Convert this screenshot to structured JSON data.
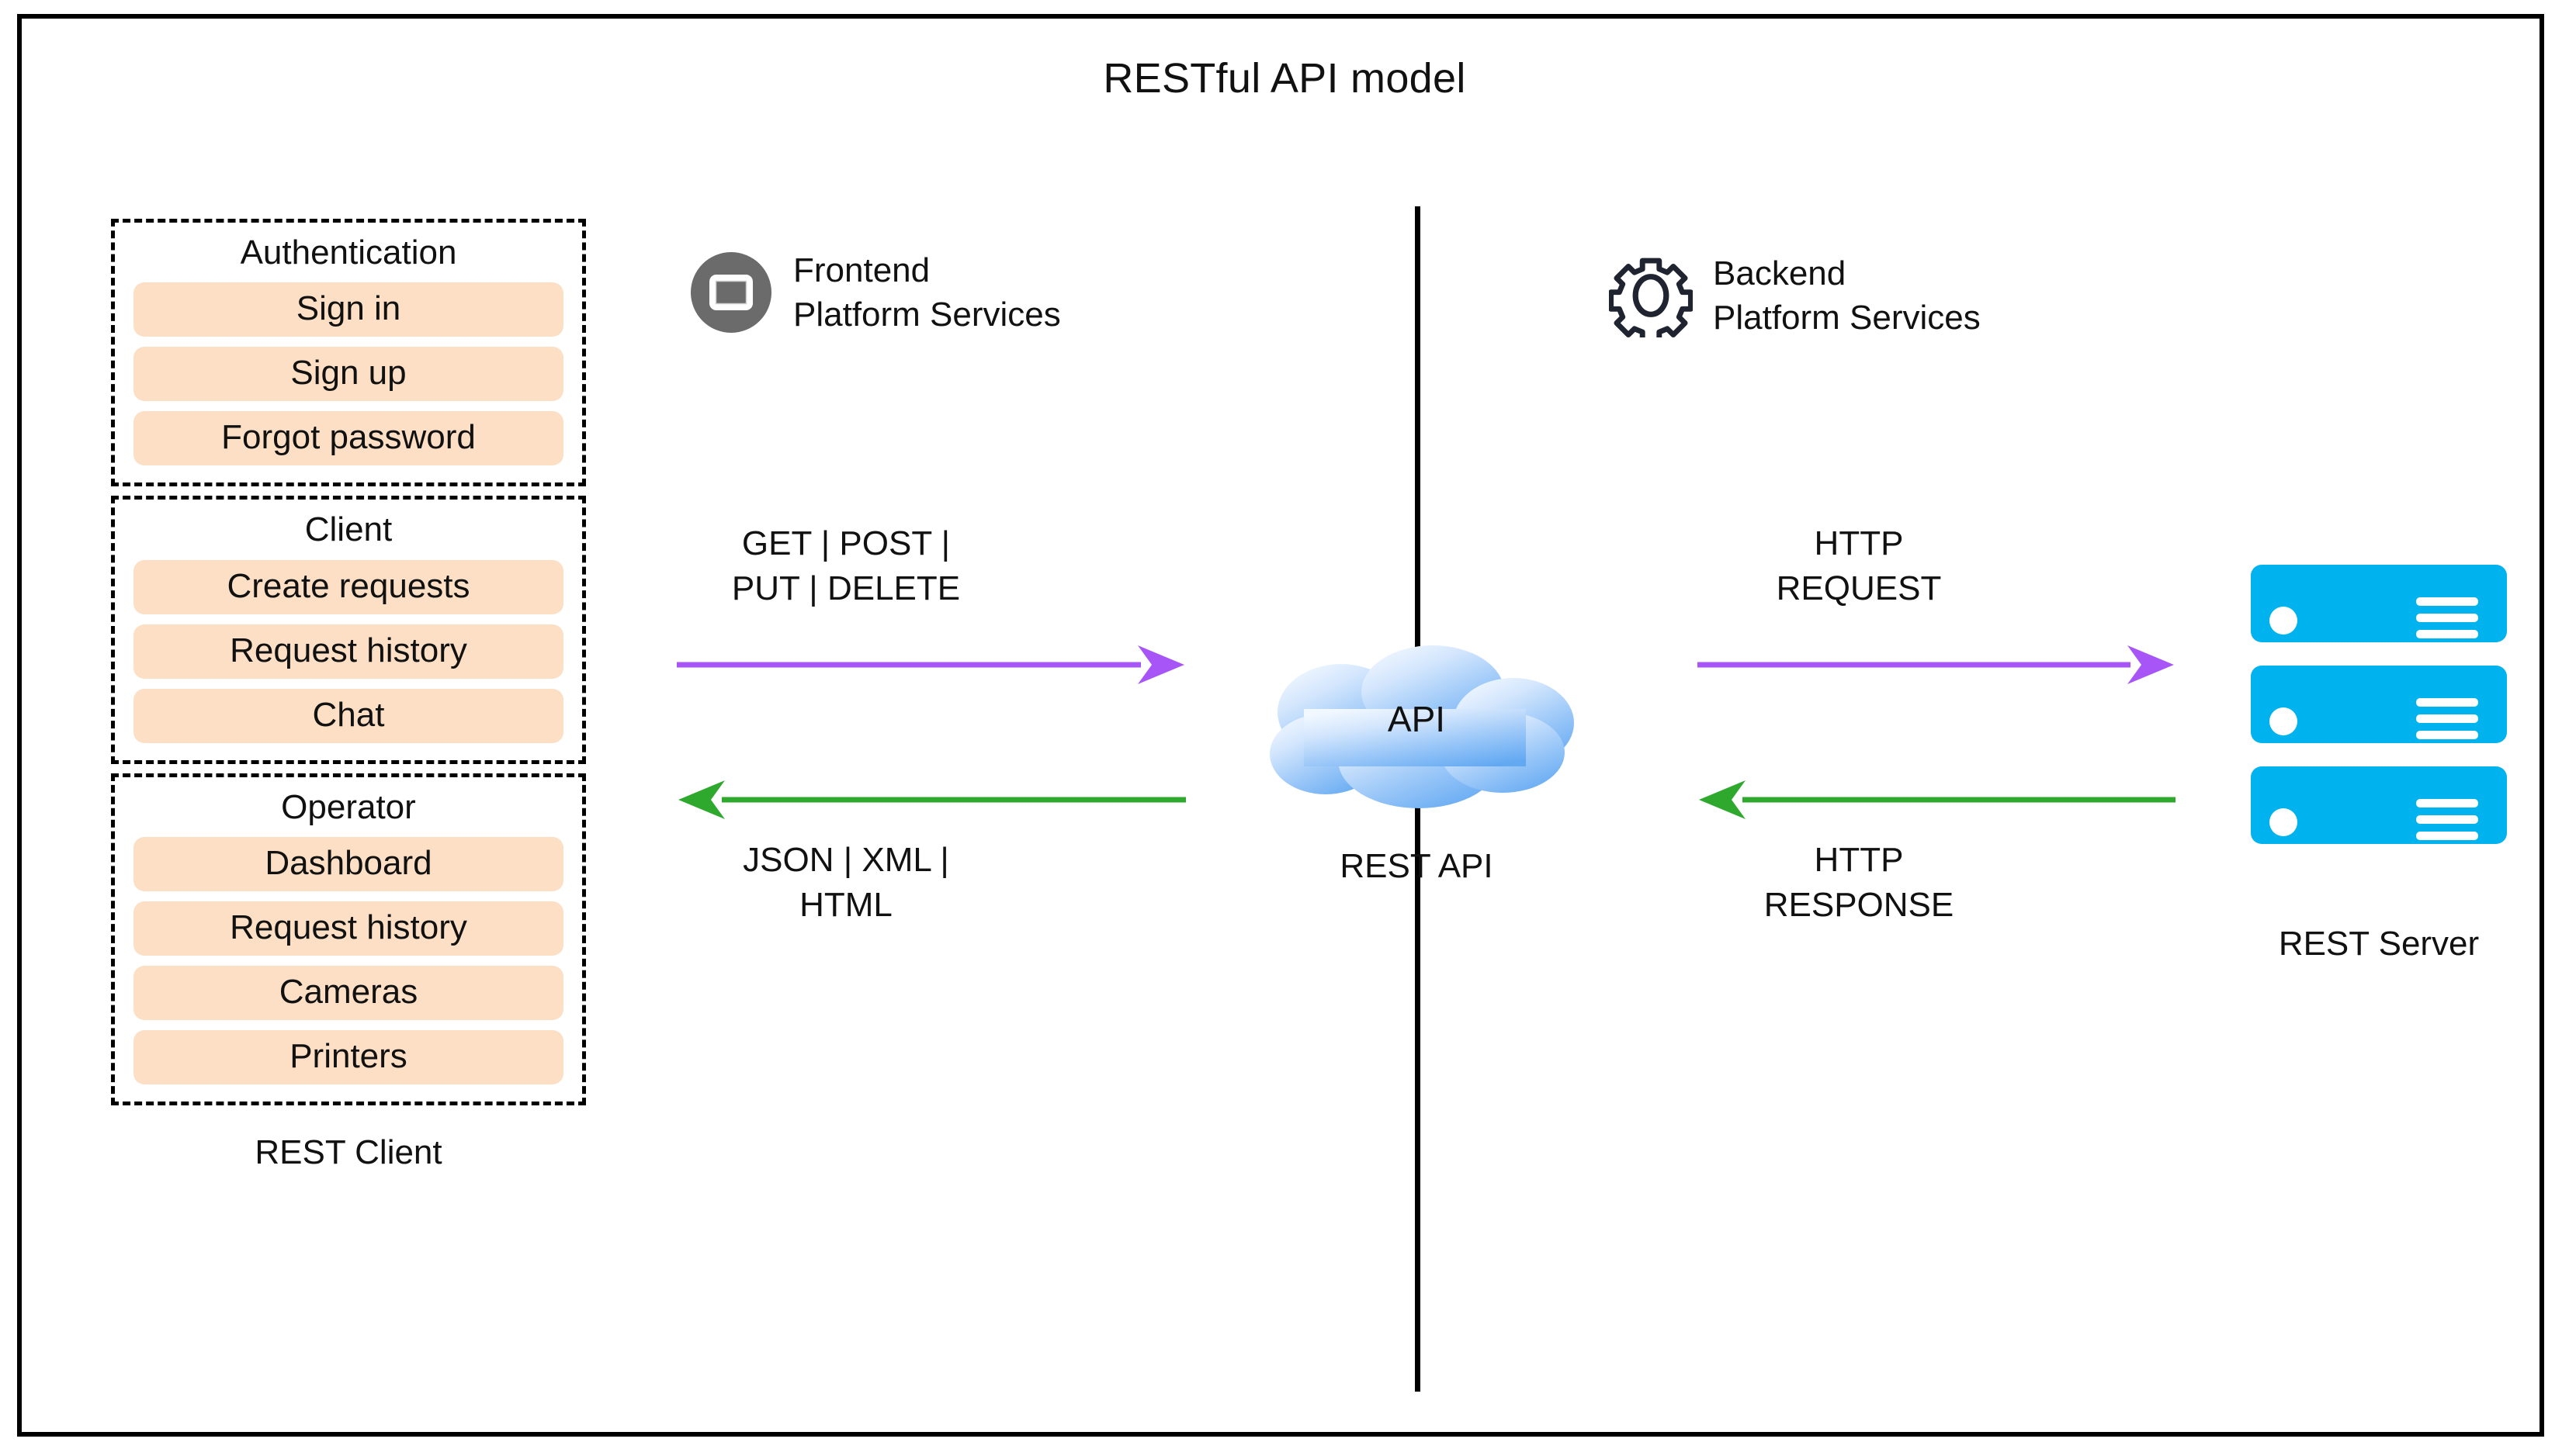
{
  "diagram": {
    "title": "RESTful API model",
    "colors": {
      "frame_border": "#000000",
      "group_border": "#000000",
      "item_fill": "#fcdfc4",
      "request_arrow": "#a855f7",
      "response_arrow": "#2fa82e",
      "server_fill": "#00b2ee",
      "cloud_fill_light": "#e8f2fe",
      "cloud_fill_dark": "#6aaef5",
      "frontend_icon_fill": "#6b6b6b",
      "backend_icon_stroke": "#1f2430",
      "text": "#111111"
    }
  },
  "client": {
    "caption": "REST Client",
    "groups": [
      {
        "title": "Authentication",
        "items": [
          "Sign in",
          "Sign up",
          "Forgot password"
        ]
      },
      {
        "title": "Client",
        "items": [
          "Create requests",
          "Request history",
          "Chat"
        ]
      },
      {
        "title": "Operator",
        "items": [
          "Dashboard",
          "Request history",
          "Cameras",
          "Printers"
        ]
      }
    ]
  },
  "services": {
    "frontend": {
      "label": "Frontend\nPlatform Services",
      "icon": "monitor-icon"
    },
    "backend": {
      "label": "Backend\nPlatform Services",
      "icon": "gear-icon"
    }
  },
  "flows": {
    "client_request": {
      "label": "GET | POST |\nPUT | DELETE",
      "direction": "right",
      "color": "#a855f7"
    },
    "client_response": {
      "label": "JSON | XML |\nHTML",
      "direction": "left",
      "color": "#2fa82e"
    },
    "server_request": {
      "label": "HTTP\nREQUEST",
      "direction": "right",
      "color": "#a855f7"
    },
    "server_response": {
      "label": "HTTP\nRESPONSE",
      "direction": "left",
      "color": "#2fa82e"
    }
  },
  "api": {
    "cloud_text": "API",
    "caption": "REST API"
  },
  "server": {
    "caption": "REST Server",
    "units": 3
  }
}
